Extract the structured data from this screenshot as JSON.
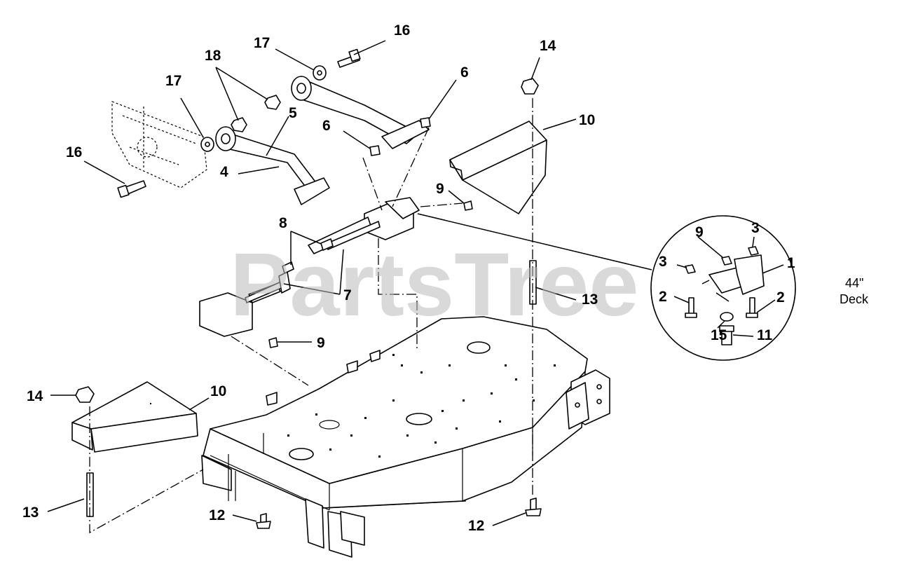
{
  "watermark": "PartsTree",
  "callouts": {
    "c16_top": "16",
    "c17_top": "17",
    "c18": "18",
    "c17_left": "17",
    "c5": "5",
    "c6_top": "6",
    "c6_mid": "6",
    "c16_left": "16",
    "c4": "4",
    "c14_top": "14",
    "c10_top": "10",
    "c9_top": "9",
    "c8": "8",
    "c7": "7",
    "c13_right": "13",
    "c9_bottom": "9",
    "c14_left": "14",
    "c10_left": "10",
    "c13_left": "13",
    "c12_left": "12",
    "c12_right": "12"
  },
  "detail": {
    "c9": "9",
    "c3_top": "3",
    "c3_left": "3",
    "c1": "1",
    "c2_left": "2",
    "c2_right": "2",
    "c15": "15",
    "c11": "11"
  },
  "deck_note": {
    "line1": "44\"",
    "line2": "Deck"
  }
}
